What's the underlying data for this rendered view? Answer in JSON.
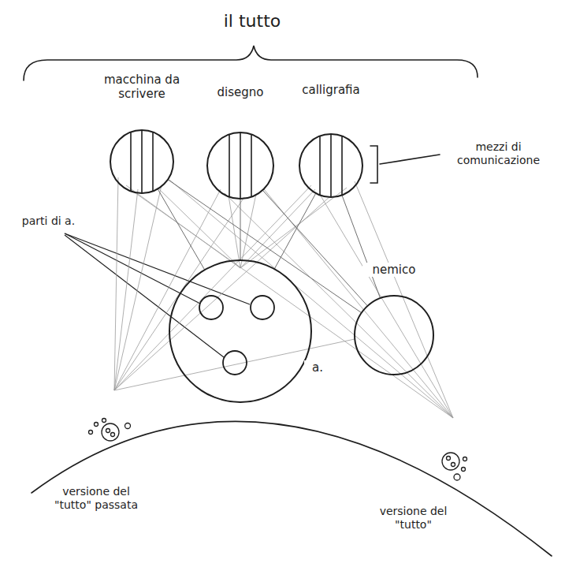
{
  "diagram": {
    "title": "il tutto",
    "nodes": [
      {
        "text": [
          "macchina da scrivere"
        ]
      },
      {
        "text": [
          "disegno"
        ]
      },
      {
        "text": [
          "calligrafia"
        ]
      },
      {
        "text": [
          "a."
        ]
      },
      {
        "text": [
          "nemico"
        ]
      }
    ],
    "edges": [
      {
        "from": 0,
        "to": 3,
        "arrow": "none"
      },
      {
        "from": 1,
        "to": 3,
        "arrow": "none"
      },
      {
        "from": 2,
        "to": 3,
        "arrow": "none"
      },
      {
        "from": 0,
        "to": 4,
        "arrow": "none"
      },
      {
        "from": 1,
        "to": 4,
        "arrow": "none"
      },
      {
        "from": 2,
        "to": 4,
        "arrow": "none"
      }
    ],
    "labels": [
      "mezzi di comunicazione",
      "parti di a.",
      "versione del \"tutto\" passata",
      "versione del \"tutto\""
    ]
  }
}
